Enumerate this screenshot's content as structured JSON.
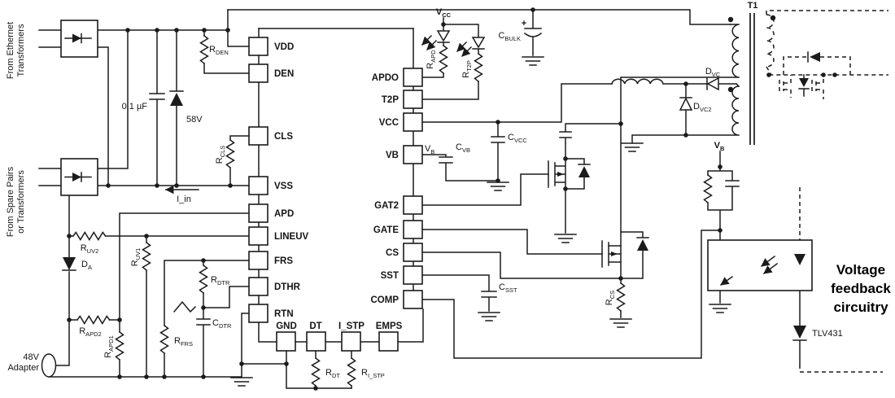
{
  "ic": {
    "left_pins": [
      "VDD",
      "DEN",
      "CLS",
      "VSS",
      "APD",
      "LINEUV",
      "FRS",
      "DTHR",
      "RTN"
    ],
    "bottom_pins": [
      "GND",
      "DT",
      "I_STP",
      "EMPS"
    ],
    "right_pins": [
      "APDO",
      "T2P",
      "VCC",
      "VB",
      "GAT2",
      "GATE",
      "CS",
      "SST",
      "COMP"
    ]
  },
  "components": {
    "r_den": {
      "main": "R",
      "sub": "DEN"
    },
    "r_cls": {
      "main": "R",
      "sub": "CLS"
    },
    "r_uv2": {
      "main": "R",
      "sub": "UV2"
    },
    "r_uv1": {
      "main": "R",
      "sub": "UV1"
    },
    "d_a": {
      "main": "D",
      "sub": "A"
    },
    "r_apd2": {
      "main": "R",
      "sub": "APD2"
    },
    "r_apd1": {
      "main": "R",
      "sub": "APD1"
    },
    "r_frs": {
      "main": "R",
      "sub": "FRS"
    },
    "r_dtr": {
      "main": "R",
      "sub": "DTR"
    },
    "c_dtr": {
      "main": "C",
      "sub": "DTR"
    },
    "r_dt": {
      "main": "R",
      "sub": "DT"
    },
    "r_i_stp": {
      "main": "R",
      "sub": "I_STP"
    },
    "r_apd": {
      "main": "R",
      "sub": "APD"
    },
    "r_t2p": {
      "main": "R",
      "sub": "T2P"
    },
    "c_bulk": {
      "main": "C",
      "sub": "BULK"
    },
    "c_vcc": {
      "main": "C",
      "sub": "VCC"
    },
    "c_vb": {
      "main": "C",
      "sub": "VB"
    },
    "c_sst": {
      "main": "C",
      "sub": "SST"
    },
    "r_cs": {
      "main": "R",
      "sub": "CS"
    },
    "d_vc": {
      "main": "D",
      "sub": "VC"
    },
    "d_vc2": {
      "main": "D",
      "sub": "VC2"
    }
  },
  "nets": {
    "v_cc": {
      "main": "V",
      "sub": "CC"
    },
    "v_b": {
      "main": "V",
      "sub": "B"
    }
  },
  "labels": {
    "from_ethernet_1": "From Ethernet",
    "from_ethernet_2": "Transformers",
    "from_spare_1": "From Spare Pairs",
    "from_spare_2": "or Transformers",
    "adapter_1": "48V",
    "adapter_2": "Adapter",
    "input_cap": "0.1 µF",
    "zener": "58V",
    "i_in": "I_in",
    "transformer": "T1",
    "plus": "+",
    "tlv431": "TLV431",
    "feedback_1": "Voltage",
    "feedback_2": "feedback",
    "feedback_3": "circuitry"
  }
}
